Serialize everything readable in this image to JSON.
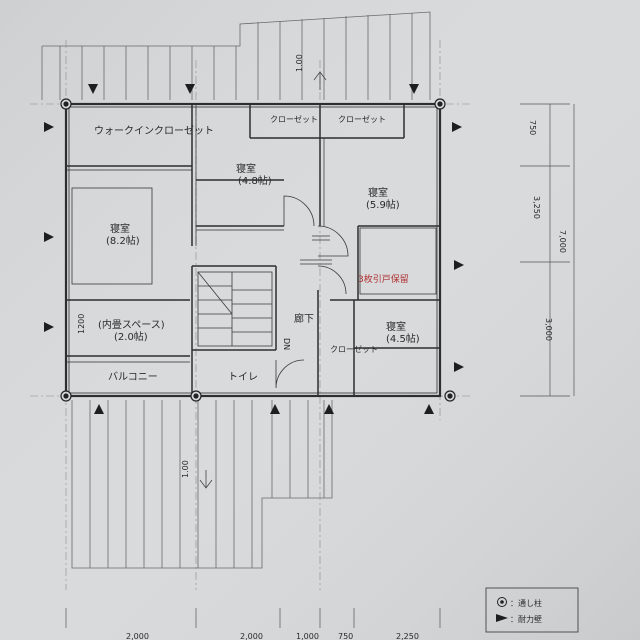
{
  "rooms": {
    "walk_in_closet": "ウォークインクローゼット",
    "closet_a": "クローゼット",
    "closet_b": "クローゼット",
    "closet_c": "クローゼット",
    "bedroom_48": "寝室",
    "bedroom_48_size": "(4.8帖)",
    "bedroom_59": "寝室",
    "bedroom_59_size": "(5.9帖)",
    "bedroom_82": "寝室",
    "bedroom_82_size": "(8.2帖)",
    "bedroom_45": "寝室",
    "bedroom_45_size": "(4.5帖)",
    "inner_space": "(内畳スペース)",
    "inner_space_size": "(2.0帖)",
    "hallway": "廊下",
    "stair_dn": "DN",
    "balcony": "バルコニー",
    "toilet": "トイレ"
  },
  "annotations": {
    "sliding_door_note": "3枚引戸保留",
    "roof_slope_top": "1.00",
    "roof_slope_bottom": "1.00"
  },
  "dimensions": {
    "right": [
      "750",
      "3,250",
      "3,000",
      "7,000"
    ],
    "left": "1200",
    "bottom": [
      "2,000",
      "2,000",
      "1,000",
      "750",
      "2,250"
    ]
  },
  "legend": {
    "post_label": "：通し柱",
    "wall_label": "：耐力壁"
  }
}
